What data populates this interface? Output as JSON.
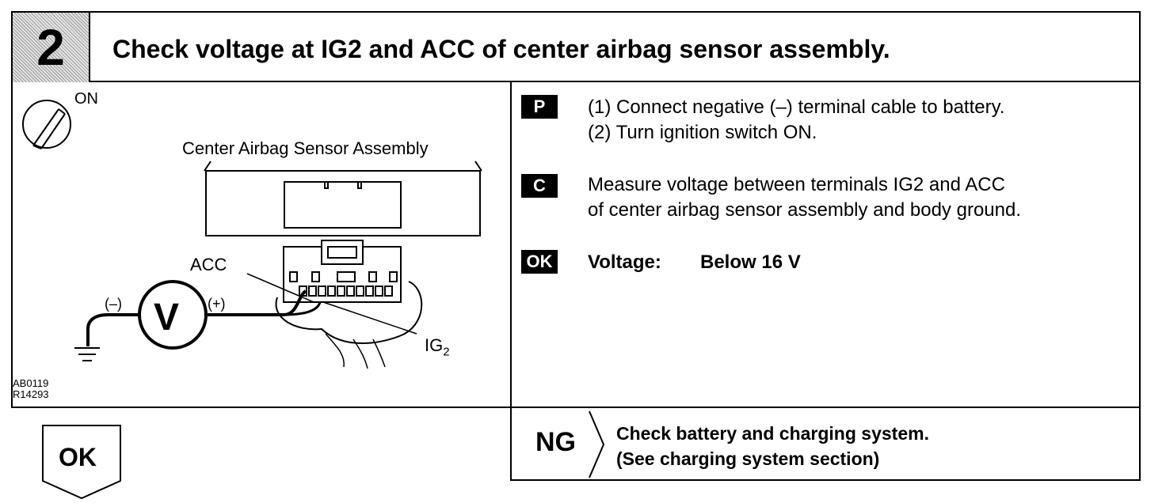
{
  "header": {
    "step_number": "2",
    "title": "Check voltage at IG2 and ACC of center airbag sensor assembly."
  },
  "diagram": {
    "ignition_label": "ON",
    "assembly_label": "Center Airbag Sensor Assembly",
    "acc_label": "ACC",
    "neg_label": "(–)",
    "pos_label": "(+)",
    "voltmeter_symbol": "V",
    "ig2_label": "IG",
    "ig2_sub": "2",
    "code_1": "AB0119",
    "code_2": "R14293"
  },
  "instructions": {
    "prep_tag": "P",
    "prep_1": "(1) Connect negative (–) terminal cable to battery.",
    "prep_2": "(2) Turn ignition switch ON.",
    "check_tag": "C",
    "check_1": "Measure voltage between terminals IG2 and ACC",
    "check_2": "of center airbag sensor assembly and body ground.",
    "ok_tag": "OK",
    "ok_key": "Voltage:",
    "ok_value": "Below 16 V"
  },
  "ng": {
    "label": "NG",
    "line_1": "Check battery and charging system.",
    "line_2": "(See charging system section)"
  },
  "ok_flow": {
    "label": "OK"
  }
}
